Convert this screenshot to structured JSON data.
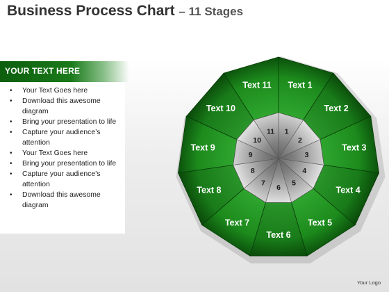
{
  "header": {
    "title": "Business Process Chart",
    "subtitle": "– 11 Stages"
  },
  "sidebar": {
    "heading": "YOUR TEXT HERE",
    "bullets": [
      "Your Text Goes here",
      "Download this awesome diagram",
      "Bring your presentation to life",
      "Capture your audience’s attention",
      "Your Text Goes here",
      "Bring your presentation to life",
      "Capture your audience’s attention",
      "Download this awesome diagram"
    ]
  },
  "diagram": {
    "stage_labels": [
      "Text 1",
      "Text 2",
      "Text 3",
      "Text 4",
      "Text 5",
      "Text 6",
      "Text 7",
      "Text 8",
      "Text 9",
      "Text 10",
      "Text 11"
    ],
    "stage_numbers": [
      "1",
      "2",
      "3",
      "4",
      "5",
      "6",
      "7",
      "8",
      "9",
      "10",
      "11"
    ],
    "colors": {
      "outer_dark": "#0b4f0b",
      "outer_mid": "#1c8a1c",
      "outer_light": "#2ea52e",
      "inner_dark": "#6a6a6a",
      "inner_light": "#e6e6e6"
    }
  },
  "footer": {
    "logo_text": "Your Logo"
  }
}
